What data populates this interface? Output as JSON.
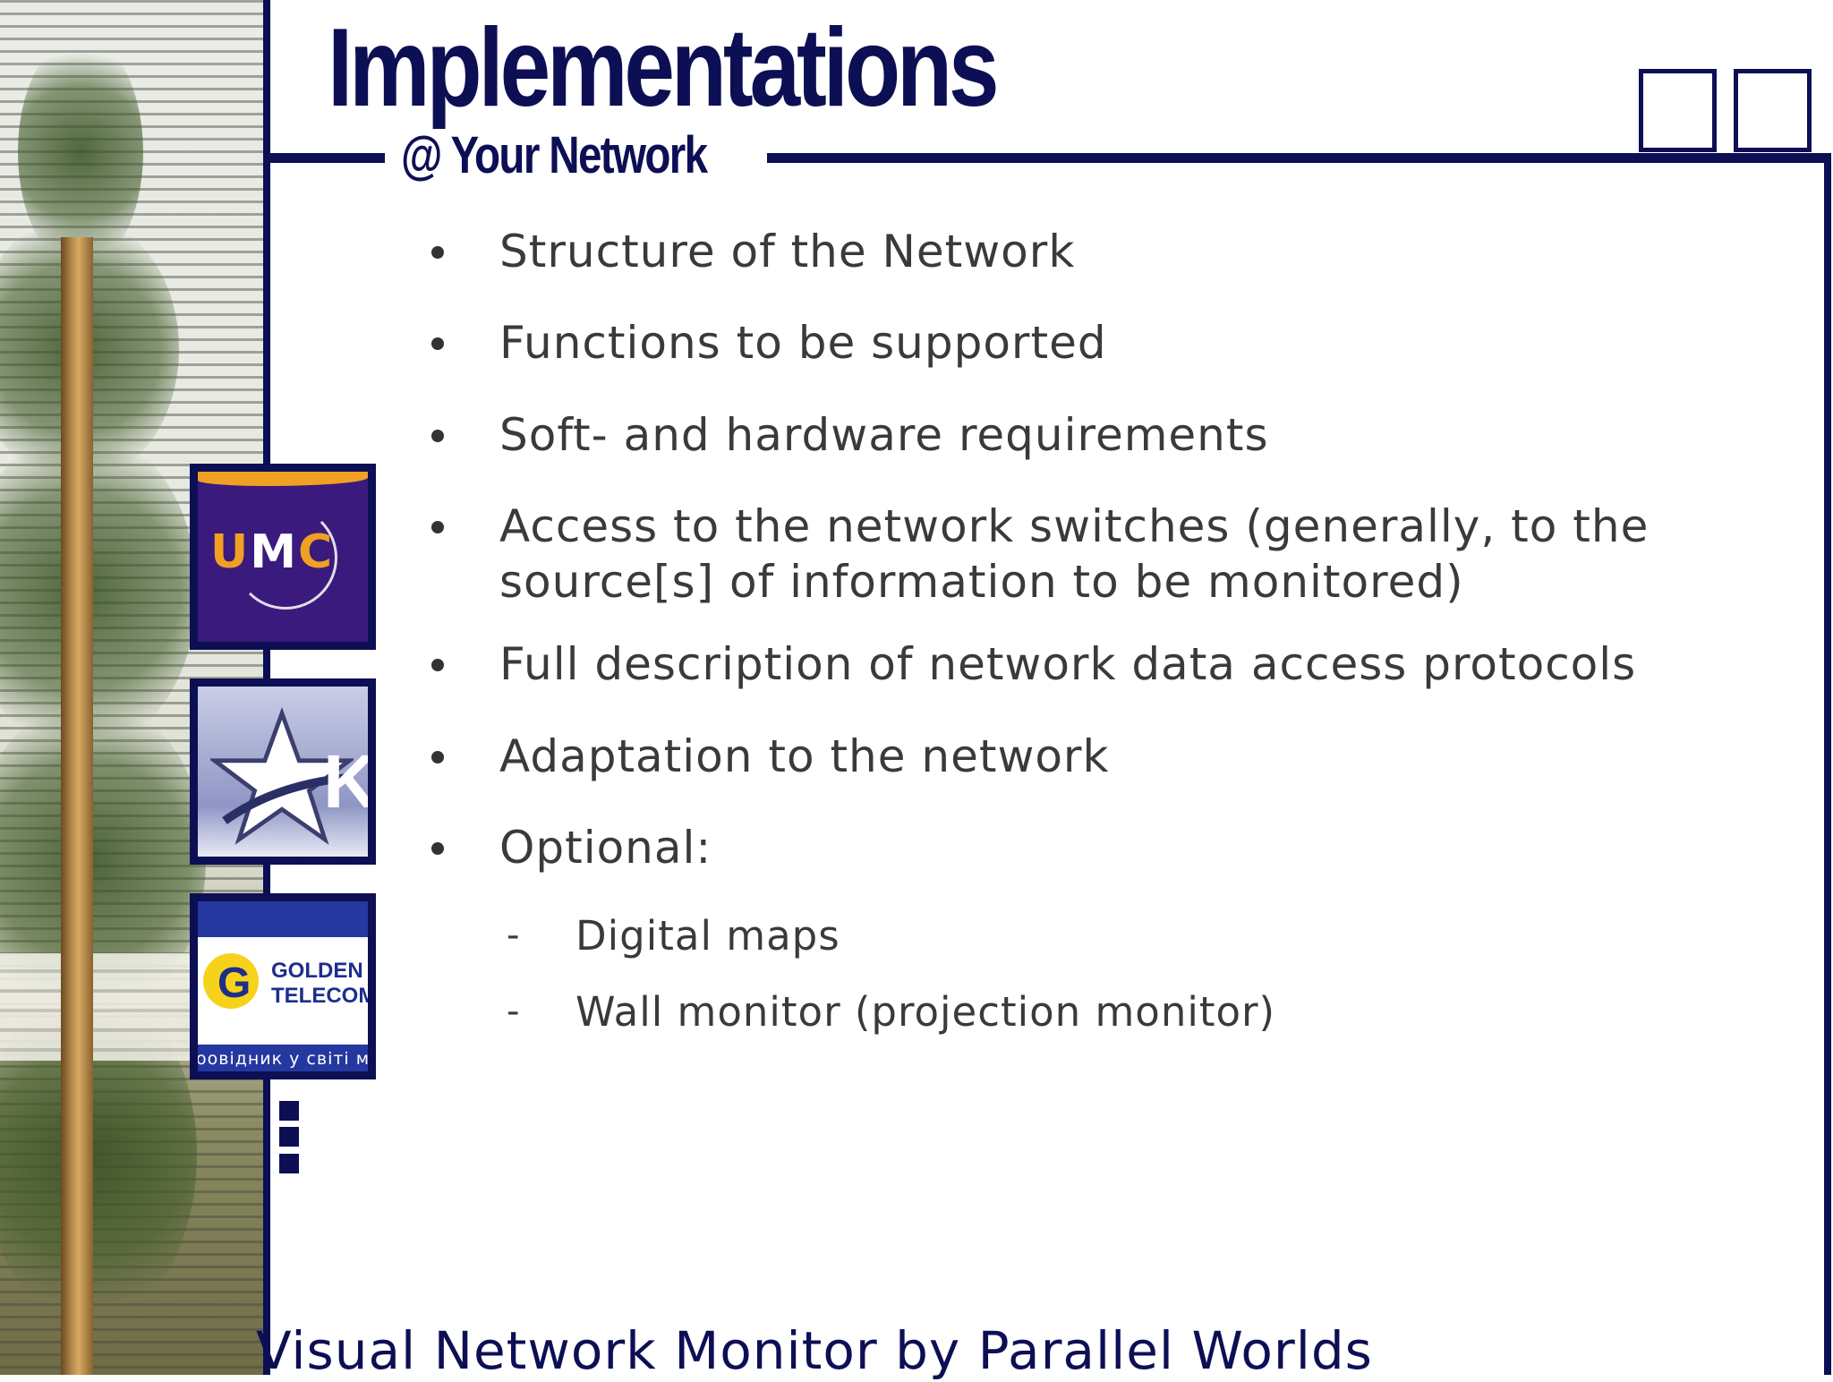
{
  "slide": {
    "title": "Implementations",
    "subtitle": "@ Your Network",
    "bullets": [
      "Structure of the Network",
      "Functions to be supported",
      "Soft- and hardware requirements",
      "Access to the network switches (generally, to the",
      "source[s] of information to be monitored)",
      "Full description of network data access protocols",
      "Adaptation to the network",
      "Optional:"
    ],
    "sub_bullets": [
      "Digital maps",
      "Wall monitor (projection monitor)"
    ],
    "sub_bullet_marker": "-",
    "footer": "Visual Network Monitor by Parallel Worlds"
  },
  "logos": {
    "umc": {
      "u": "U",
      "m": "M",
      "c": "C"
    },
    "kyivstar": {
      "letter": "K",
      "star": "★"
    },
    "golden_telecom": {
      "line1": "GOLDEN",
      "line2": "TELECOM",
      "mark": "G",
      "tagline": "оовідник у світі м"
    }
  },
  "colors": {
    "navy": "#0d0f55",
    "text": "#3a3a3a",
    "umc_purple": "#3b1a7d",
    "umc_orange": "#f0a023",
    "golden_blue": "#2438a0",
    "golden_yellow": "#f6d21a"
  }
}
